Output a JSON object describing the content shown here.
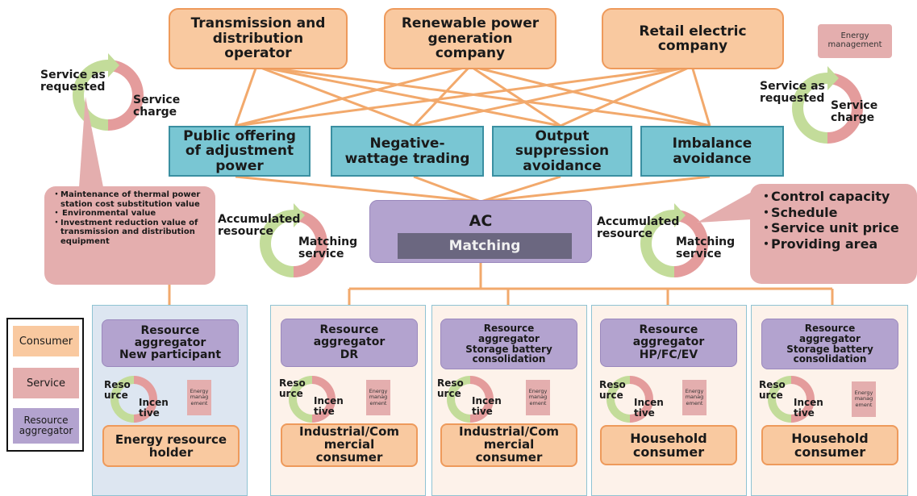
{
  "top": {
    "tdo": "Transmission and\ndistribution\noperator",
    "renewable": "Renewable power\ngeneration\ncompany",
    "retail": "Retail electric\ncompany",
    "energy_mgmt": "Energy\nmanagement"
  },
  "services": {
    "public_offering": "Public offering\nof adjustment\npower",
    "negative_wattage": "Negative-\nwattage trading",
    "output_suppression": "Output\nsuppression\navoidance",
    "imbalance": "Imbalance\navoidance"
  },
  "left_cycle": {
    "service_as_requested": "Service as\nrequested",
    "service_charge": "Service\ncharge"
  },
  "right_cycle": {
    "service_as_requested": "Service as\nrequested",
    "service_charge": "Service\ncharge"
  },
  "value_box": {
    "items": [
      "Maintenance of thermal power station cost substitution value",
      "Environmental value",
      "Investment reduction value of transmission and distribution equipment"
    ]
  },
  "ac": {
    "title": "AC",
    "matching": "Matching"
  },
  "left_match": {
    "accumulated": "Accumulated\nresource",
    "matching": "Matching\nservice"
  },
  "right_match": {
    "accumulated": "Accumulated\nresource",
    "matching": "Matching\nservice"
  },
  "control_box": {
    "items": [
      "Control capacity",
      "Schedule",
      "Service unit price",
      "Providing area"
    ]
  },
  "legend": {
    "consumer": "Consumer",
    "service": "Service",
    "resource_aggregator": "Resource\naggregator"
  },
  "panels": [
    {
      "aggregator": "Resource\naggregator\nNew participant",
      "consumer": "Energy resource\nholder",
      "resource": "Reso\nurce",
      "incentive": "Incen\ntive",
      "energy": "Energy\nmanag\nement"
    },
    {
      "aggregator": "Resource\naggregator\nDR",
      "consumer": "Industrial/Com\nmercial\nconsumer",
      "resource": "Reso\nurce",
      "incentive": "Incen\ntive",
      "energy": "Energy\nmanag\nement"
    },
    {
      "aggregator": "Resource\naggregator\nStorage battery\nconsolidation",
      "consumer": "Industrial/Com\nmercial\nconsumer",
      "resource": "Reso\nurce",
      "incentive": "Incen\ntive",
      "energy": "Energy\nmanag\nement"
    },
    {
      "aggregator": "Resource\naggregator\nHP/FC/EV",
      "consumer": "Household\nconsumer",
      "resource": "Reso\nurce",
      "incentive": "Incen\ntive",
      "energy": "Energy\nmanag\nement"
    },
    {
      "aggregator": "Resource\naggregator\nStorage battery\nconsolidation",
      "consumer": "Household\nconsumer",
      "resource": "Reso\nurce",
      "incentive": "Incen\ntive",
      "energy": "Energy\nmanag\nement"
    }
  ],
  "colors": {
    "consumer": "#f9c9a0",
    "consumer_border": "#ee9a5b",
    "service_box": "#79c6d3",
    "service": "#e4aeae",
    "aggregator": "#b3a3cf",
    "matching": "#6b6780",
    "connector": "#f2a96c",
    "arrow_green": "#c3dc9a",
    "arrow_pink": "#e49c9c"
  }
}
